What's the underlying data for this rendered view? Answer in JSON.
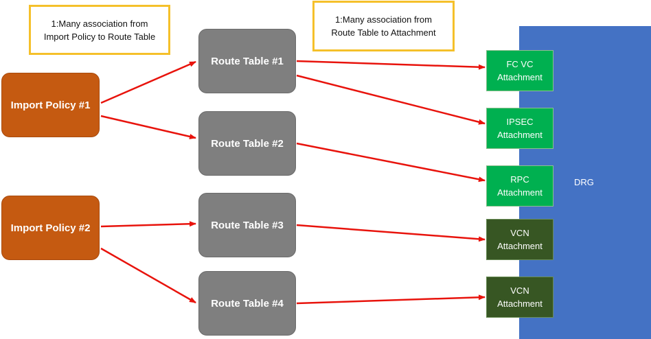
{
  "notes": {
    "policy_to_table": [
      "1:Many association from",
      "Import Policy to Route Table"
    ],
    "table_to_attachment": [
      "1:Many association from",
      "Route Table to Attachment"
    ]
  },
  "import_policies": [
    "Import Policy #1",
    "Import Policy #2"
  ],
  "route_tables": [
    "Route Table #1",
    "Route Table #2",
    "Route Table #3",
    "Route Table #4"
  ],
  "attachments": [
    {
      "line1": "FC VC",
      "line2": "Attachment",
      "color": "#00b050"
    },
    {
      "line1": "IPSEC",
      "line2": "Attachment",
      "color": "#00b050"
    },
    {
      "line1": "RPC",
      "line2": "Attachment",
      "color": "#00b050"
    },
    {
      "line1": "VCN",
      "line2": "Attachment",
      "color": "#375623"
    },
    {
      "line1": "VCN",
      "line2": "Attachment",
      "color": "#375623"
    }
  ],
  "drg": {
    "label": "DRG",
    "color": "#4472c4"
  },
  "colors": {
    "policy": "#c55a11",
    "route_table": "#7f7f7f",
    "arrow": "#e8130c",
    "note_border": "#f5c02a"
  }
}
